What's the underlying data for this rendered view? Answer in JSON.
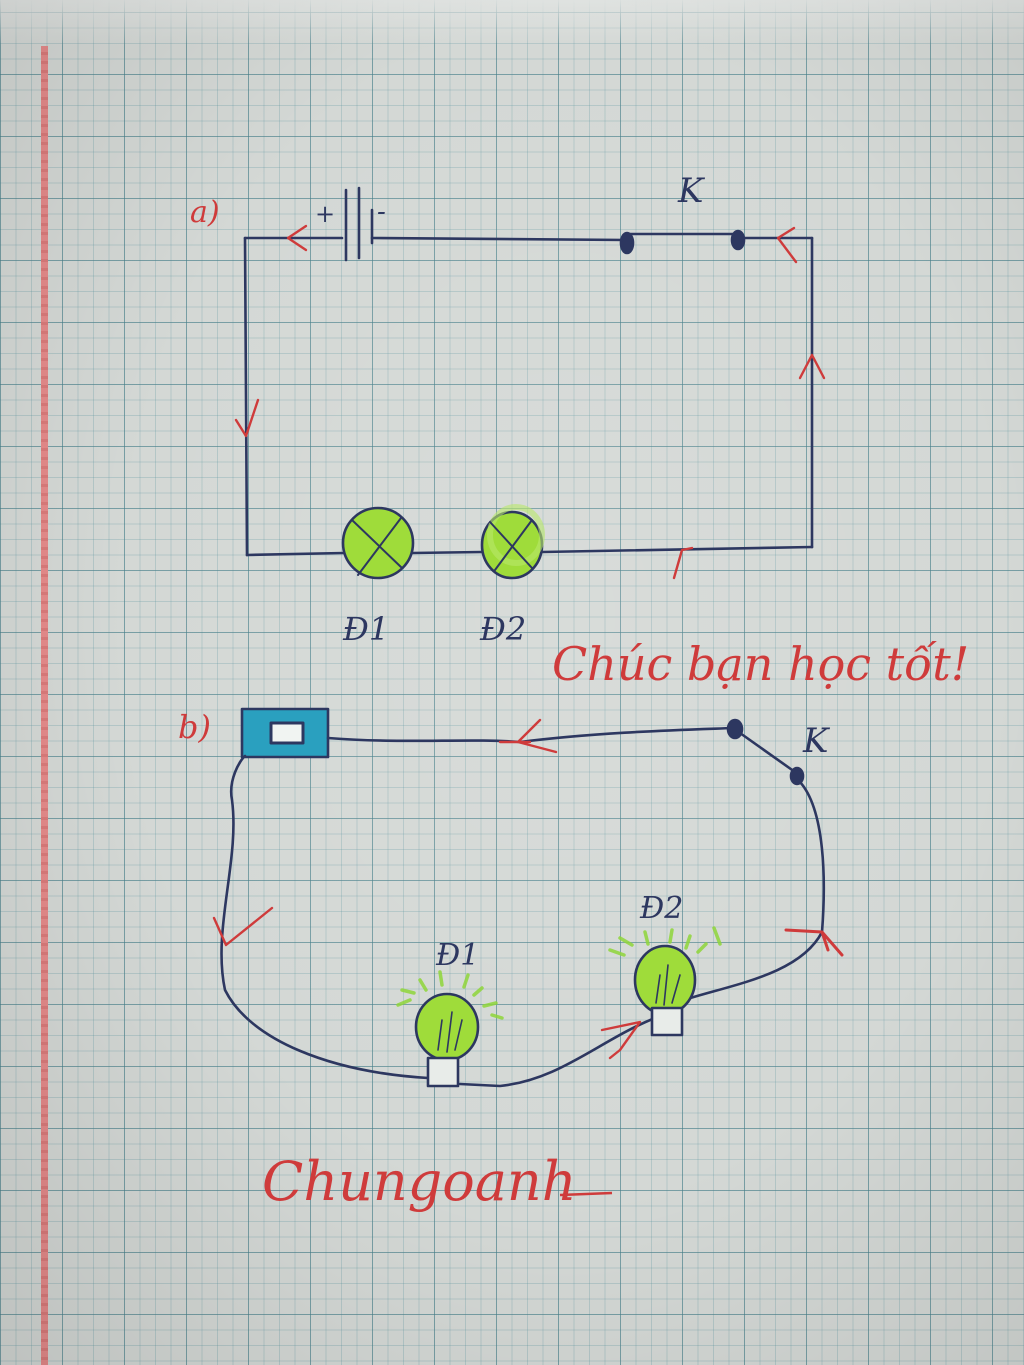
{
  "part_a": {
    "label": "a)",
    "battery_plus": "+",
    "battery_minus": "-",
    "switch_label": "K",
    "lamp1_label": "Đ1",
    "lamp2_label": "Đ2"
  },
  "part_b": {
    "label": "b)",
    "switch_label": "K",
    "lamp1_label": "Đ1",
    "lamp2_label": "Đ2"
  },
  "greeting": "Chúc bạn học tốt!",
  "signature": "Chungoanh",
  "colors": {
    "ink_blue": "#2d3760",
    "ink_red": "#cf3b3b",
    "lamp_green": "#9fdc3a",
    "battery_box_blue": "#2aa0bf",
    "margin_red": "#e48a8a"
  }
}
